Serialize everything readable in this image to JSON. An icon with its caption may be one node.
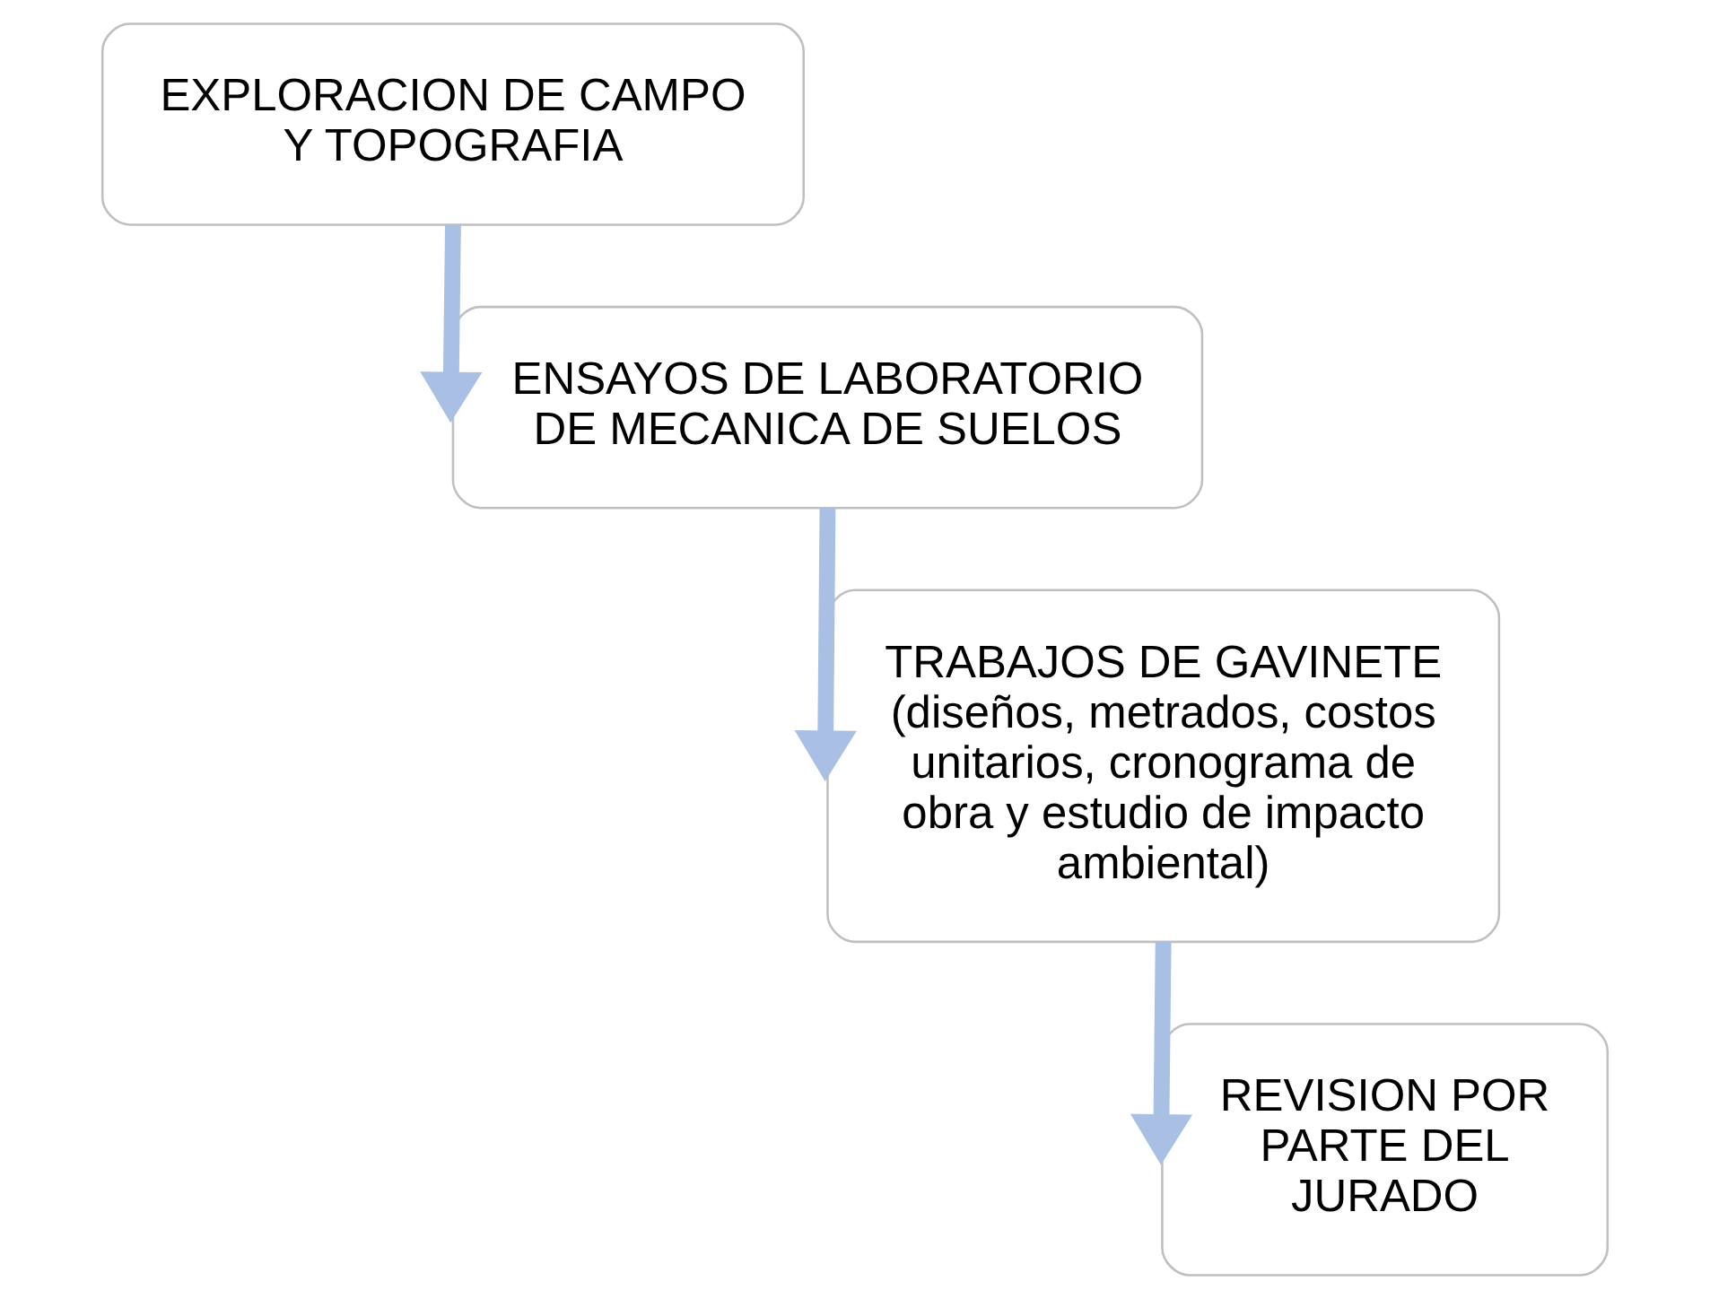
{
  "diagram": {
    "nodes": [
      {
        "text": [
          "EXPLORACION DE CAMPO Y TOPOGRAFIA"
        ]
      },
      {
        "text": [
          "ENSAYOS DE LABORATORIO DE MECANICA DE SUELOS"
        ]
      },
      {
        "text": [
          "TRABAJOS DE GAVINETE",
          "(diseños, metrados, costos unitarios, cronograma de obra y estudio de impacto ambiental)"
        ]
      },
      {
        "text": [
          "REVISION POR PARTE DEL JURADO"
        ]
      }
    ],
    "edges": [
      {
        "from": 0,
        "to": 1,
        "arrow": "to"
      },
      {
        "from": 1,
        "to": 2,
        "arrow": "to"
      },
      {
        "from": 2,
        "to": 3,
        "arrow": "to"
      }
    ]
  }
}
